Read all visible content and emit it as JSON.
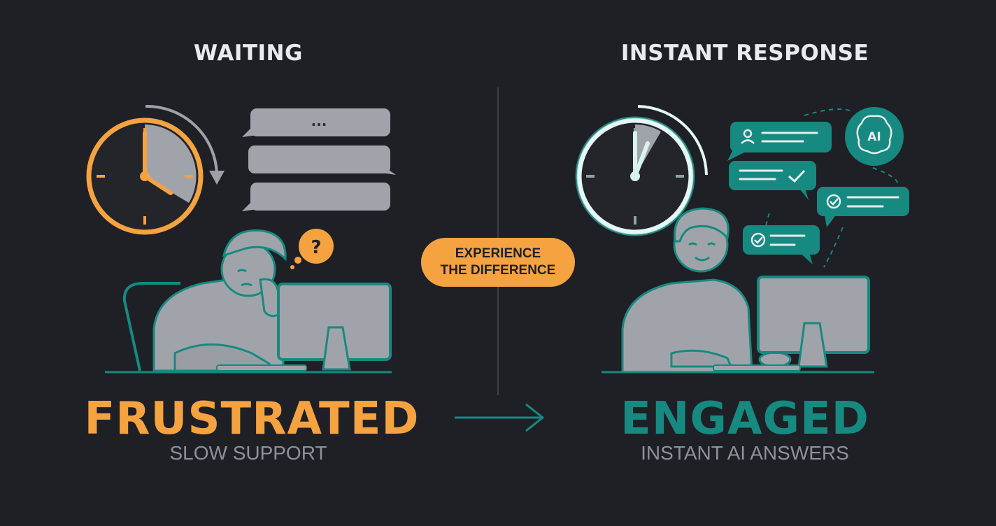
{
  "left": {
    "heading": "WAITING",
    "status": "FRUSTRATED",
    "caption": "SLOW SUPPORT",
    "typing_indicator": "...",
    "thought": "?"
  },
  "center": {
    "badge_line1": "EXPERIENCE",
    "badge_line2": "THE DIFFERENCE"
  },
  "right": {
    "heading": "INSTANT RESPONSE",
    "status": "ENGAGED",
    "caption": "INSTANT AI ANSWERS",
    "ai_badge": "AI"
  },
  "colors": {
    "background": "#1e2026",
    "orange": "#f5a340",
    "teal": "#168a80",
    "gray": "#9ea2a8",
    "text": "#e9ecef"
  },
  "icons": [
    "clock-icon",
    "chat-bubble-icon",
    "question-icon",
    "arrow-right-icon",
    "brain-ai-icon",
    "checkmark-icon",
    "user-icon"
  ]
}
